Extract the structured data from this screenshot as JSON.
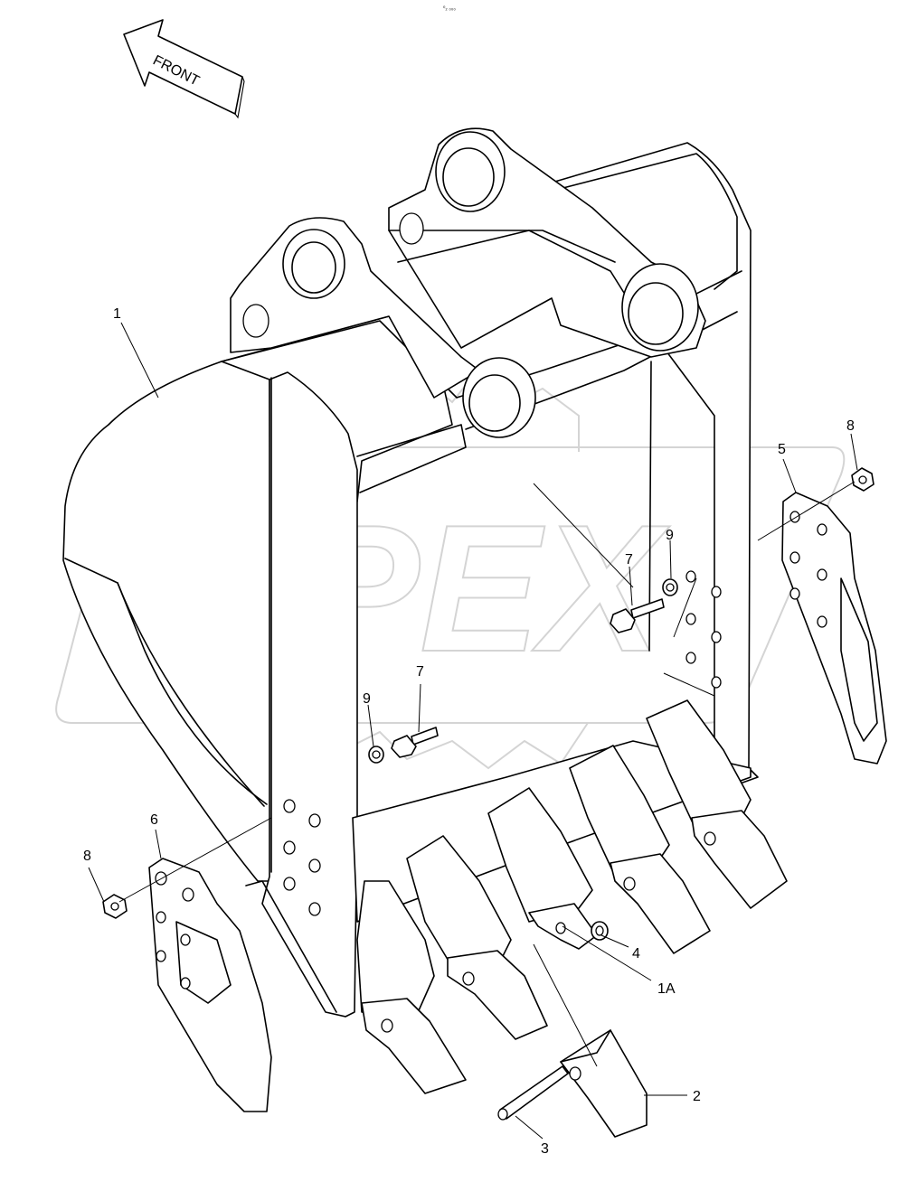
{
  "header_mark": "⁰₂ ₀₀₀",
  "front_arrow": {
    "label": "FRONT"
  },
  "watermark": {
    "text": "OPEX",
    "color": "#d4d4d4"
  },
  "callouts": [
    {
      "id": "c1",
      "label": "1"
    },
    {
      "id": "c1a",
      "label": "1A"
    },
    {
      "id": "c2",
      "label": "2"
    },
    {
      "id": "c3",
      "label": "3"
    },
    {
      "id": "c4",
      "label": "4"
    },
    {
      "id": "c5",
      "label": "5"
    },
    {
      "id": "c6",
      "label": "6"
    },
    {
      "id": "c7a",
      "label": "7"
    },
    {
      "id": "c7b",
      "label": "7"
    },
    {
      "id": "c8a",
      "label": "8"
    },
    {
      "id": "c8b",
      "label": "8"
    },
    {
      "id": "c9a",
      "label": "9"
    },
    {
      "id": "c9b",
      "label": "9"
    }
  ]
}
